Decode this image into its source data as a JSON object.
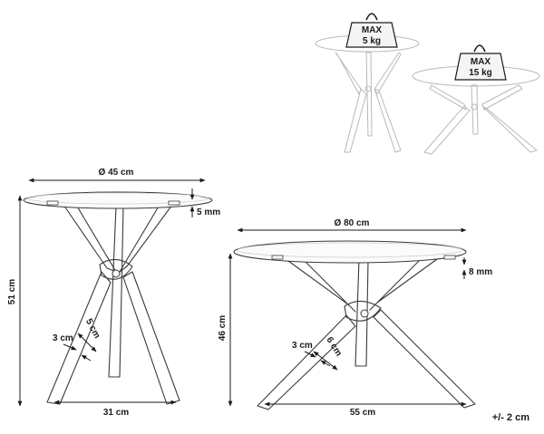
{
  "weights": {
    "small_line1": "MAX",
    "small_line2": "5 kg",
    "large_line1": "MAX",
    "large_line2": "15 kg"
  },
  "small_table": {
    "diameter": "Ø 45 cm",
    "top_thickness": "5 mm",
    "height": "51 cm",
    "leg_width": "3 cm",
    "leg_depth": "5 cm",
    "base_span": "31 cm"
  },
  "large_table": {
    "diameter": "Ø 80 cm",
    "top_thickness": "8 mm",
    "height": "46 cm",
    "leg_width": "3 cm",
    "leg_depth": "6 cm",
    "base_span": "55 cm"
  },
  "tolerance": "+/- 2 cm"
}
